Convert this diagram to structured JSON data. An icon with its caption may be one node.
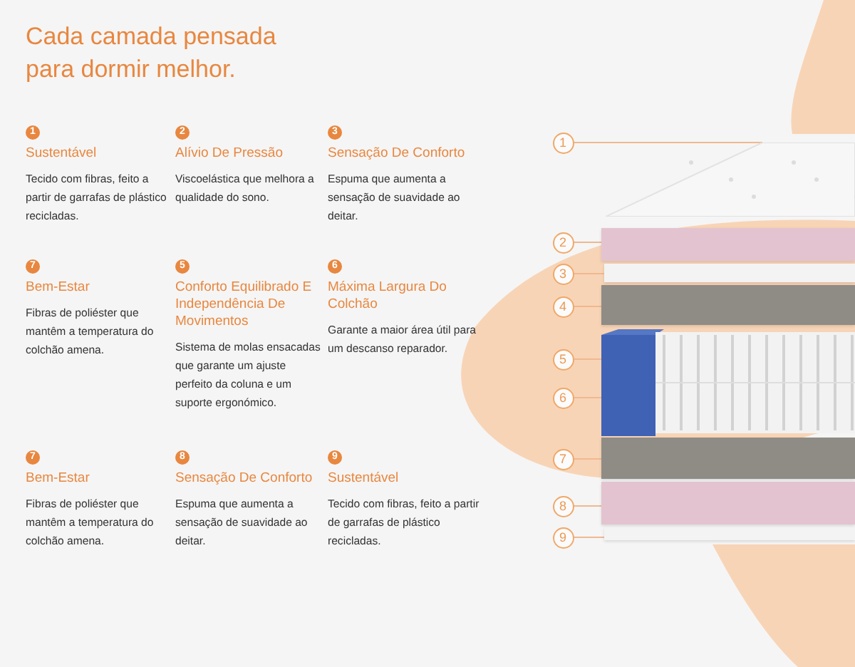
{
  "diagram": {
    "title": "Cada camada pensada para dormir melhor.",
    "nodes": [
      {
        "text": [
          "1"
        ]
      },
      {
        "text": [
          "2"
        ]
      },
      {
        "text": [
          "3"
        ]
      },
      {
        "text": [
          "4"
        ]
      },
      {
        "text": [
          "5"
        ]
      },
      {
        "text": [
          "6"
        ]
      },
      {
        "text": [
          "7"
        ]
      },
      {
        "text": [
          "8"
        ]
      },
      {
        "text": [
          "9"
        ]
      },
      {
        "text": [],
        "shape": "bar"
      },
      {
        "text": [],
        "shape": "bar"
      },
      {
        "text": [],
        "shape": "bar"
      },
      {
        "text": [],
        "shape": "bar"
      },
      {
        "text": [],
        "shape": "bar"
      },
      {
        "text": [],
        "shape": "bar"
      },
      {
        "text": [],
        "shape": "bar"
      },
      {
        "text": [],
        "shape": "bar"
      }
    ],
    "edges": [
      {
        "from": 0,
        "to": 9,
        "arrow": "none"
      },
      {
        "from": 1,
        "to": 10,
        "arrow": "none"
      },
      {
        "from": 2,
        "to": 11,
        "arrow": "none"
      },
      {
        "from": 3,
        "to": 12,
        "arrow": "none"
      },
      {
        "from": 4,
        "to": 13,
        "arrow": "none"
      },
      {
        "from": 5,
        "to": 13,
        "arrow": "none"
      },
      {
        "from": 6,
        "to": 14,
        "arrow": "none"
      },
      {
        "from": 7,
        "to": 15,
        "arrow": "none"
      },
      {
        "from": 8,
        "to": 16,
        "arrow": "none"
      }
    ],
    "labels": [
      "1",
      "Sustentável",
      "Tecido com fibras, feito a partir de garrafas de plástico recicladas.",
      "2",
      "Alívio De Pressão",
      "Viscoelástica que melhora a qualidade do sono.",
      "3",
      "Sensação De Conforto",
      "Espuma que aumenta a sensação de suavidade ao deitar.",
      "7",
      "Bem-Estar",
      "Fibras de poliéster que mantêm a temperatura do colchão amena.",
      "5",
      "Conforto Equilibrado E Independência De Movimentos",
      "Sistema de molas ensacadas que garante um ajuste perfeito da coluna e um suporte ergonómico.",
      "6",
      "Máxima Largura Do Colchão",
      "Garante a maior área útil para um descanso reparador.",
      "7",
      "Bem-Estar",
      "Fibras de poliéster que mantêm a temperatura do colchão amena.",
      "8",
      "Sensação De Conforto",
      "Espuma que aumenta a sensação de suavidade ao deitar.",
      "9",
      "Sustentável",
      "Tecido com fibras, feito a partir de garrafas de plástico recicladas."
    ]
  }
}
